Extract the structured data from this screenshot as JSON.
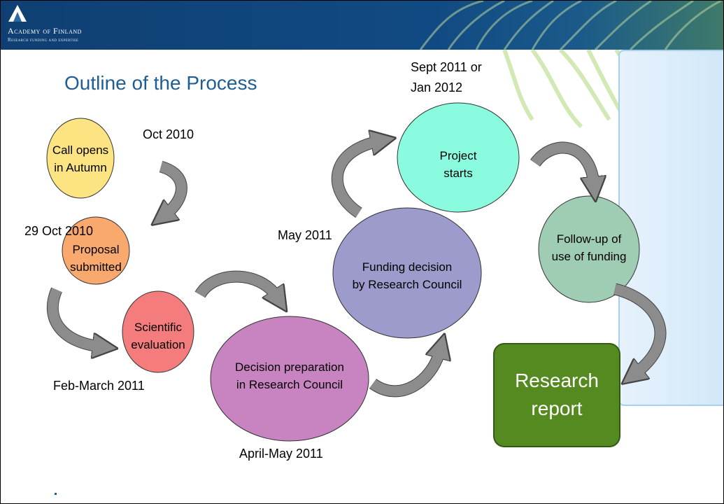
{
  "logo": {
    "name": "Academy of Finland",
    "tagline": "Research funding and expertise"
  },
  "title": "Outline of the Process",
  "steps": [
    {
      "id": "call",
      "lines": [
        "Call opens",
        "in Autumn"
      ],
      "date": "Oct 2010",
      "color": "#fde483"
    },
    {
      "id": "proposal",
      "lines": [
        "Proposal",
        "submitted"
      ],
      "date": "29 Oct 2010",
      "color": "#f9a86e"
    },
    {
      "id": "evaluation",
      "lines": [
        "Scientific",
        "evaluation"
      ],
      "date": "Feb-March 2011",
      "color": "#f57c7c"
    },
    {
      "id": "preparation",
      "lines": [
        "Decision preparation",
        "in Research Council"
      ],
      "date": "April-May 2011",
      "color": "#c883c1"
    },
    {
      "id": "decision",
      "lines": [
        "Funding decision",
        "by Research Council"
      ],
      "date": "May 2011",
      "color": "#9c9bcc"
    },
    {
      "id": "start",
      "lines": [
        "Project",
        "starts"
      ],
      "date_lines": [
        "Sept 2011 or",
        "Jan 2012"
      ],
      "color": "#8bfbe0"
    },
    {
      "id": "followup",
      "lines": [
        "Follow-up of",
        "use of funding"
      ],
      "color": "#9fcdb4"
    }
  ],
  "report": {
    "lines": [
      "Research",
      "report"
    ],
    "color": "#548a1f"
  },
  "colors": {
    "header": "#114a82",
    "title": "#1f5e94",
    "arrow": "#8c8c8c",
    "panel": "#e3f0fb"
  }
}
